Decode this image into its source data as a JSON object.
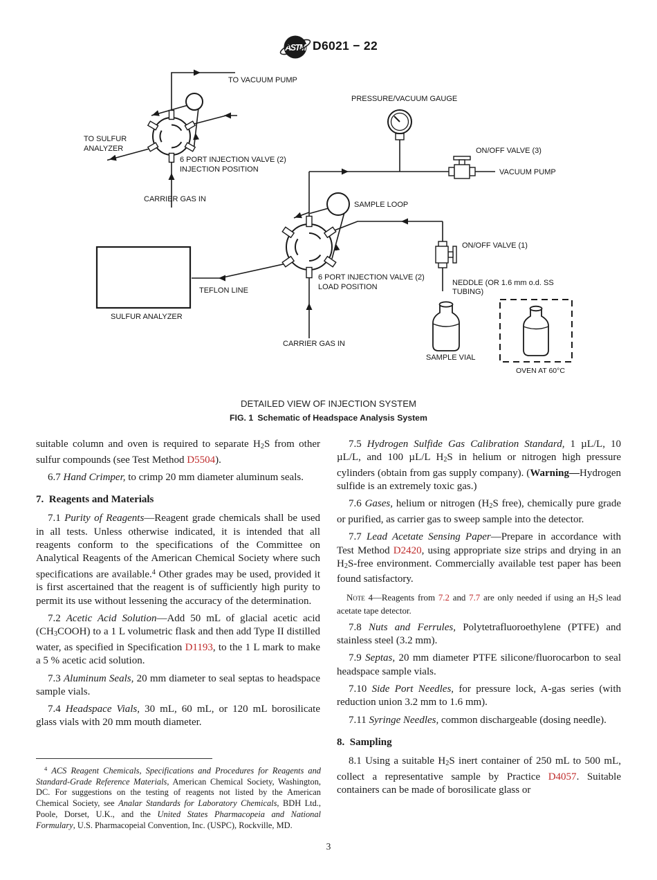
{
  "header": {
    "doc_code": "D6021 − 22",
    "logo": "astm-logo",
    "logo_text": "ASTM"
  },
  "figure": {
    "caption_top": "DETAILED VIEW OF INJECTION SYSTEM",
    "caption_fig": "FIG. 1 Schematic of Headspace Analysis System",
    "labels": {
      "to_vacuum_pump": "TO VACUUM PUMP",
      "to_sulfur_analyzer_1": "TO SULFUR",
      "to_sulfur_analyzer_2": "ANALYZER",
      "valve1_line1": "6 PORT INJECTION VALVE (2)",
      "valve1_line2": "INJECTION POSITION",
      "carrier_gas_in_top": "CARRIER GAS IN",
      "pressure_vacuum_gauge": "PRESSURE/VACUUM GAUGE",
      "on_off_valve_3": "ON/OFF VALVE (3)",
      "vacuum_pump": "VACUUM PUMP",
      "sample_loop": "SAMPLE LOOP",
      "on_off_valve_1": "ON/OFF VALVE (1)",
      "valve2_line1": "6 PORT INJECTION VALVE (2)",
      "valve2_line2": "LOAD POSITION",
      "teflon_line": "TEFLON LINE",
      "sulfur_analyzer": "SULFUR ANALYZER",
      "carrier_gas_in_bottom": "CARRIER GAS IN",
      "needle_line1": "NEDDLE (OR 1.6 mm o.d. SS",
      "needle_line2": "TUBING)",
      "sample_vial": "SAMPLE VIAL",
      "oven": "OVEN AT 60°C"
    }
  },
  "body": {
    "left_column": [
      {
        "k": "cont",
        "runs": [
          [
            "n",
            "suitable column and oven is required to separate H"
          ],
          [
            "sub",
            "2"
          ],
          [
            "n",
            "S from other sulfur compounds (see Test Method "
          ],
          [
            "a",
            "D5504"
          ],
          [
            "n",
            ")."
          ]
        ]
      },
      {
        "k": "p",
        "runs": [
          [
            "n",
            "6.7 "
          ],
          [
            "i",
            "Hand Crimper,"
          ],
          [
            "n",
            " to crimp 20 mm diameter aluminum seals."
          ]
        ]
      },
      {
        "k": "h",
        "runs": [
          [
            "n",
            "7. Reagents and Materials"
          ]
        ]
      },
      {
        "k": "p",
        "runs": [
          [
            "n",
            "7.1 "
          ],
          [
            "i",
            "Purity of Reagents"
          ],
          [
            "n",
            "—Reagent grade chemicals shall be used in all tests. Unless otherwise indicated, it is intended that all reagents conform to the specifications of the Committee on Analytical Reagents of the American Chemical Society where such specifications are available."
          ],
          [
            "sup",
            "4"
          ],
          [
            "n",
            " Other grades may be used, provided it is first ascertained that the reagent is of sufficiently high purity to permit its use without lessening the accuracy of the determination."
          ]
        ]
      },
      {
        "k": "p",
        "runs": [
          [
            "n",
            "7.2 "
          ],
          [
            "i",
            "Acetic Acid Solution"
          ],
          [
            "n",
            "—Add 50 mL of glacial acetic acid (CH"
          ],
          [
            "sub",
            "3"
          ],
          [
            "n",
            "COOH) to a 1 L volumetric flask and then add Type II distilled water, as specified in Specification "
          ],
          [
            "a",
            "D1193"
          ],
          [
            "n",
            ", to the 1 L mark to make a 5 % acetic acid solution."
          ]
        ]
      },
      {
        "k": "p",
        "runs": [
          [
            "n",
            "7.3 "
          ],
          [
            "i",
            "Aluminum Seals,"
          ],
          [
            "n",
            " 20 mm diameter to seal septas to headspace sample vials."
          ]
        ]
      },
      {
        "k": "p",
        "runs": [
          [
            "n",
            "7.4 "
          ],
          [
            "i",
            "Headspace Vials,"
          ],
          [
            "n",
            " 30 mL, 60 mL, or 120 mL borosilicate glass vials with 20 mm mouth diameter."
          ]
        ]
      }
    ],
    "right_column": [
      {
        "k": "p",
        "runs": [
          [
            "n",
            "7.5 "
          ],
          [
            "i",
            "Hydrogen Sulfide Gas Calibration Standard,"
          ],
          [
            "n",
            " 1 µL/L, 10 µL/L, and 100 µL/L H"
          ],
          [
            "sub",
            "2"
          ],
          [
            "n",
            "S in helium or nitrogen high pressure cylinders (obtain from gas supply company). ("
          ],
          [
            "b",
            "Warning—"
          ],
          [
            "n",
            "Hydrogen sulfide is an extremely toxic gas.)"
          ]
        ]
      },
      {
        "k": "p",
        "runs": [
          [
            "n",
            "7.6 "
          ],
          [
            "i",
            "Gases,"
          ],
          [
            "n",
            " helium or nitrogen (H"
          ],
          [
            "sub",
            "2"
          ],
          [
            "n",
            "S free), chemically pure grade or purified, as carrier gas to sweep sample into the detector."
          ]
        ]
      },
      {
        "k": "p",
        "runs": [
          [
            "n",
            "7.7 "
          ],
          [
            "i",
            "Lead Acetate Sensing Paper"
          ],
          [
            "n",
            "—Prepare in accordance with Test Method "
          ],
          [
            "a",
            "D2420"
          ],
          [
            "n",
            ", using appropriate size strips and drying in an H"
          ],
          [
            "sub",
            "2"
          ],
          [
            "n",
            "S-free environment. Commercially available test paper has been found satisfactory."
          ]
        ]
      },
      {
        "k": "note",
        "runs": [
          [
            "sc",
            "Note"
          ],
          [
            "n",
            " 4—Reagents from "
          ],
          [
            "a",
            "7.2"
          ],
          [
            "n",
            " and "
          ],
          [
            "a",
            "7.7"
          ],
          [
            "n",
            " are only needed if using an H"
          ],
          [
            "sub",
            "2"
          ],
          [
            "n",
            "S lead acetate tape detector."
          ]
        ]
      },
      {
        "k": "p",
        "runs": [
          [
            "n",
            "7.8 "
          ],
          [
            "i",
            "Nuts and Ferrules,"
          ],
          [
            "n",
            " Polytetrafluoroethylene (PTFE) and stainless steel (3.2 mm)."
          ]
        ]
      },
      {
        "k": "p",
        "runs": [
          [
            "n",
            "7.9 "
          ],
          [
            "i",
            "Septas,"
          ],
          [
            "n",
            " 20 mm diameter PTFE silicone/fluorocarbon to seal headspace sample vials."
          ]
        ]
      },
      {
        "k": "p",
        "runs": [
          [
            "n",
            "7.10 "
          ],
          [
            "i",
            "Side Port Needles,"
          ],
          [
            "n",
            " for pressure lock, A-gas series (with reduction union 3.2 mm to 1.6 mm)."
          ]
        ]
      },
      {
        "k": "p",
        "runs": [
          [
            "n",
            "7.11 "
          ],
          [
            "i",
            "Syringe Needles,"
          ],
          [
            "n",
            " common dischargeable (dosing needle)."
          ]
        ]
      },
      {
        "k": "h",
        "runs": [
          [
            "n",
            "8. Sampling"
          ]
        ]
      },
      {
        "k": "p",
        "runs": [
          [
            "n",
            "8.1 Using a suitable H"
          ],
          [
            "sub",
            "2"
          ],
          [
            "n",
            "S inert container of 250 mL to 500 mL, collect a representative sample by Practice "
          ],
          [
            "a",
            "D4057"
          ],
          [
            "n",
            ". Suitable containers can be made of borosilicate glass or"
          ]
        ]
      }
    ],
    "footnote": {
      "runs": [
        [
          "sup",
          "4"
        ],
        [
          "n",
          " "
        ],
        [
          "i",
          "ACS Reagent Chemicals, Specifications and Procedures for Reagents and Standard-Grade Reference Materials"
        ],
        [
          "n",
          ", American Chemical Society, Washington, DC. For suggestions on the testing of reagents not listed by the American Chemical Society, see "
        ],
        [
          "i",
          "Analar Standards for Laboratory Chemicals"
        ],
        [
          "n",
          ", BDH Ltd., Poole, Dorset, U.K., and the "
        ],
        [
          "i",
          "United States Pharmacopeia and National Formulary"
        ],
        [
          "n",
          ", U.S. Pharmacopeial Convention, Inc. (USPC), Rockville, MD."
        ]
      ]
    }
  },
  "footer": {
    "page_number": "3"
  },
  "colors": {
    "link": "#bf2b2b",
    "ink": "#1b1b1b"
  }
}
